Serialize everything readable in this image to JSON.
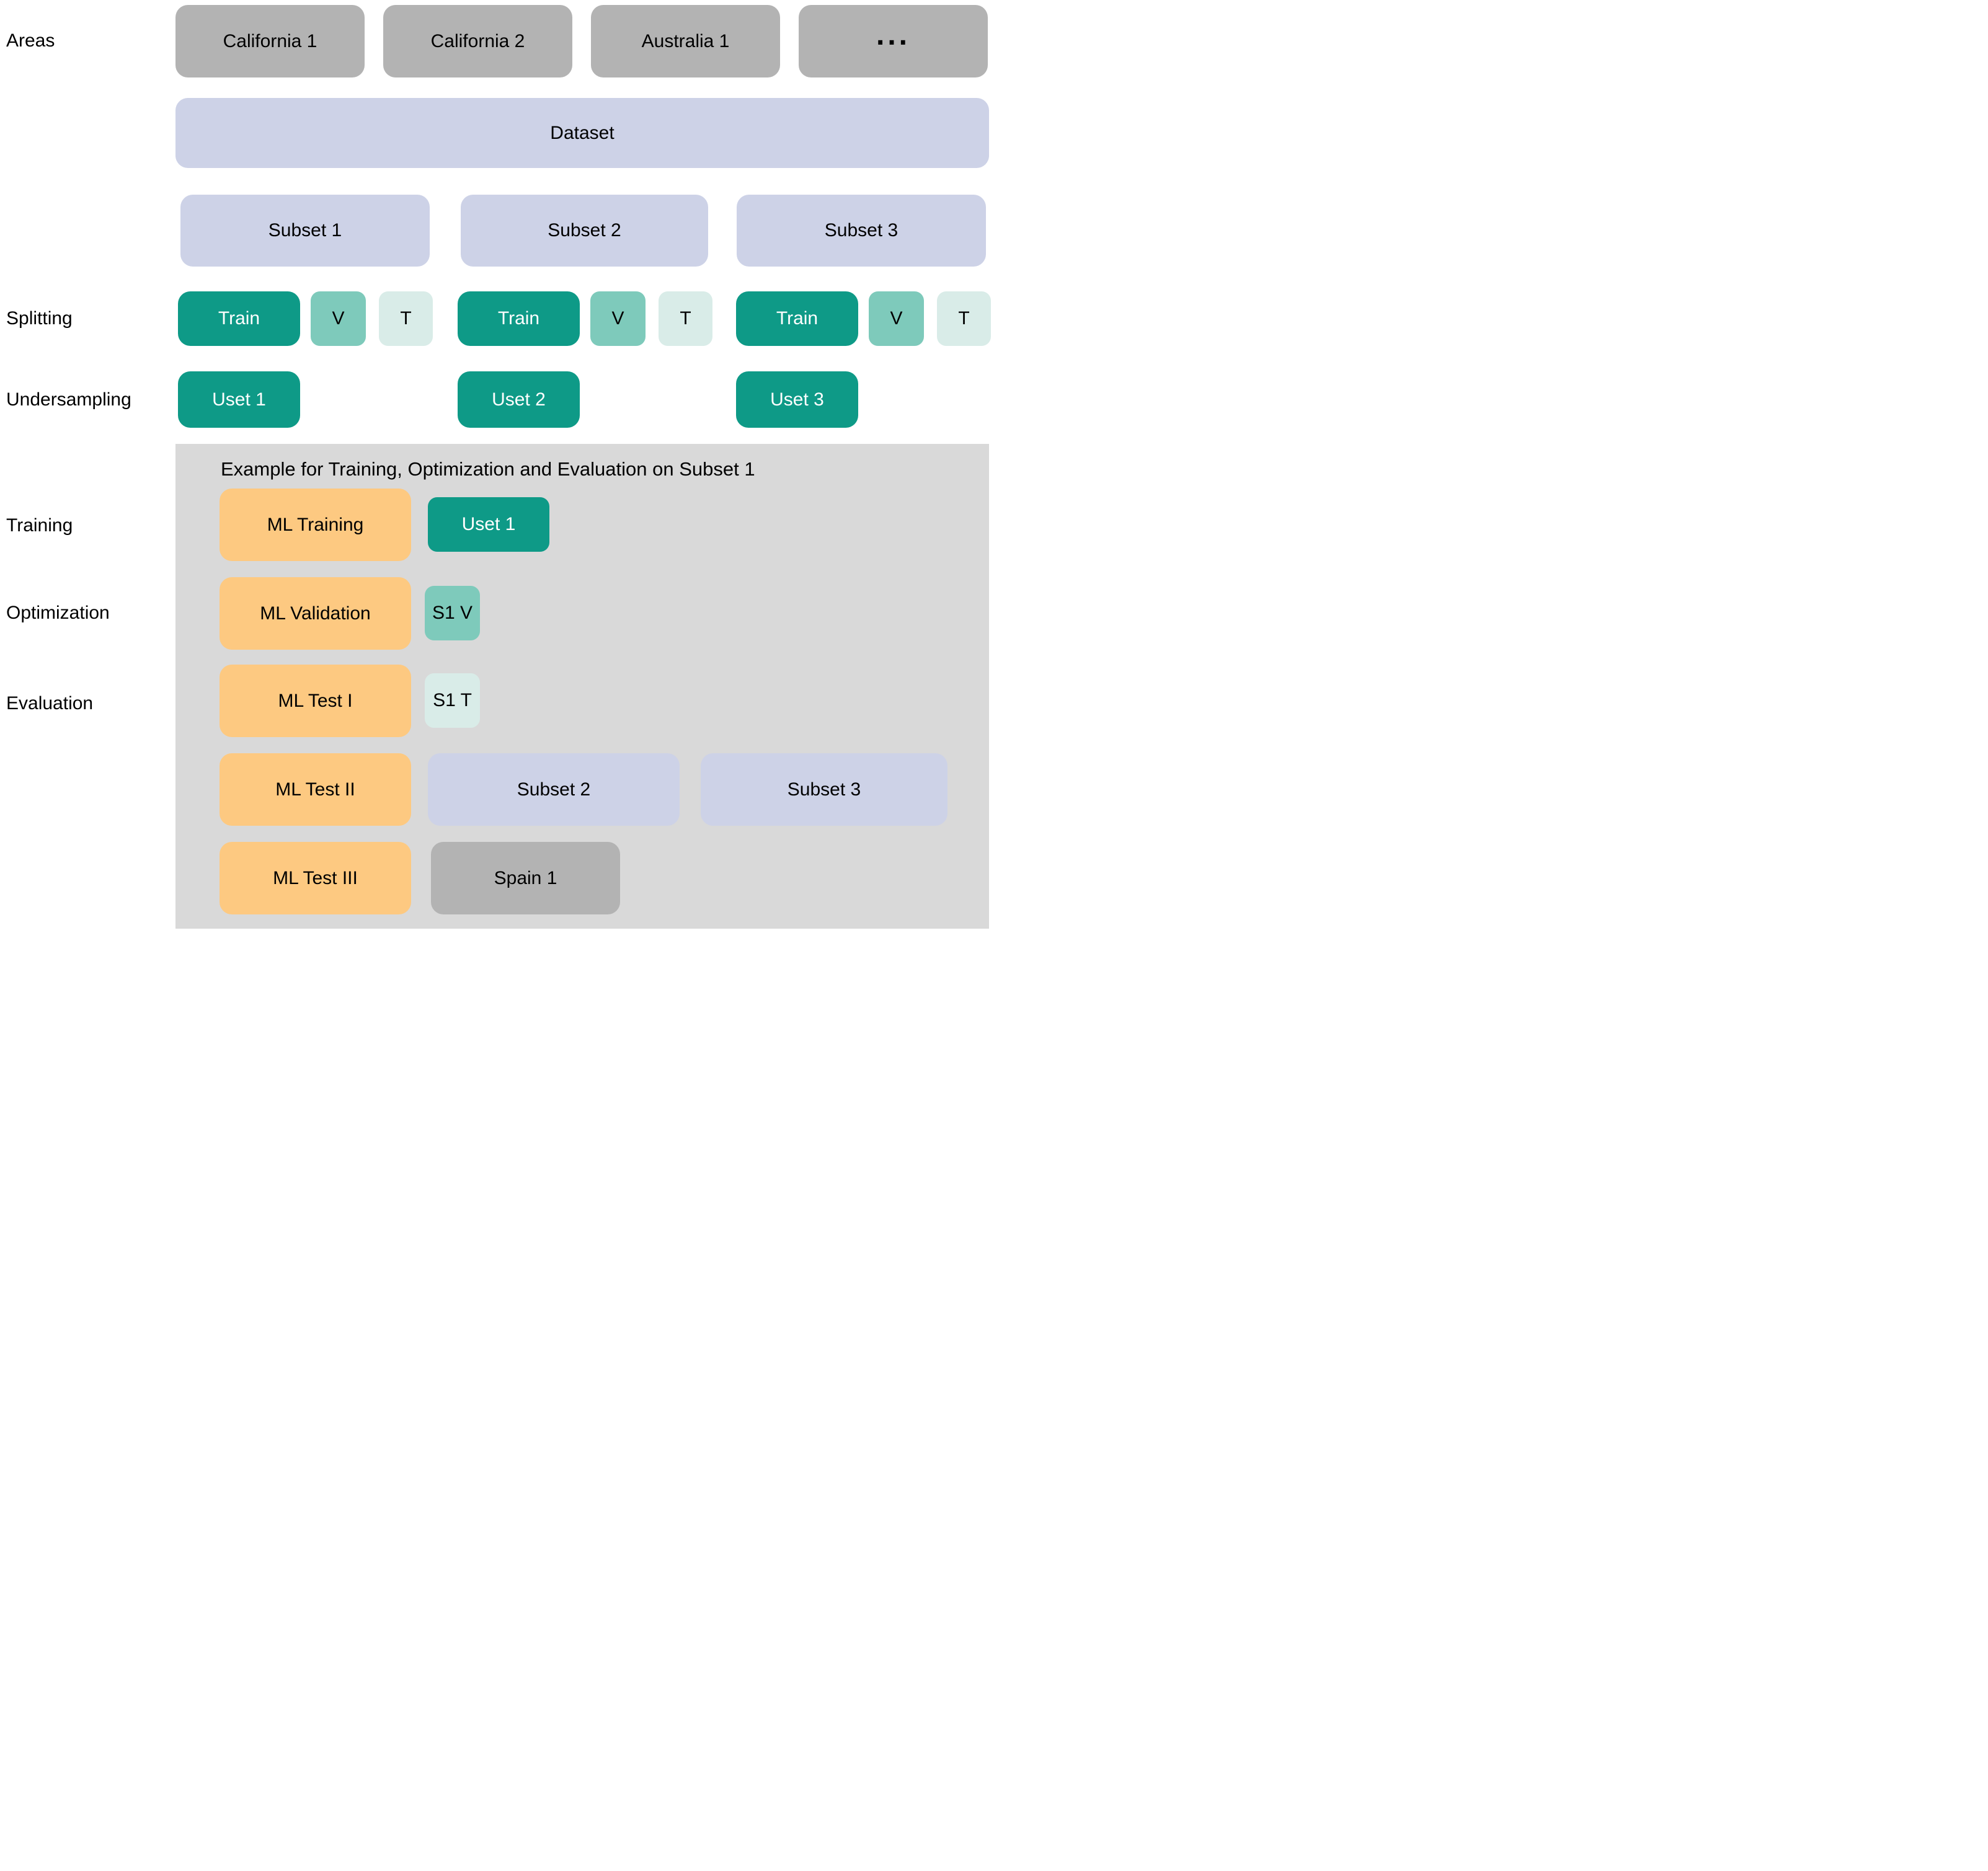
{
  "labels": {
    "areas": "Areas",
    "splitting": "Splitting",
    "undersampling": "Undersampling",
    "training": "Training",
    "optimization": "Optimization",
    "evaluation": "Evaluation"
  },
  "areas": {
    "boxes": [
      "California 1",
      "California 2",
      "Australia 1",
      "..."
    ]
  },
  "dataset": {
    "label": "Dataset"
  },
  "subsets": [
    "Subset 1",
    "Subset 2",
    "Subset 3"
  ],
  "splitting": {
    "groups": [
      {
        "train": "Train",
        "validation": "V",
        "test": "T"
      },
      {
        "train": "Train",
        "validation": "V",
        "test": "T"
      },
      {
        "train": "Train",
        "validation": "V",
        "test": "T"
      }
    ]
  },
  "undersampling": {
    "boxes": [
      "Uset 1",
      "Uset 2",
      "Uset 3"
    ]
  },
  "panel": {
    "title": "Example for Training, Optimization and Evaluation on Subset 1",
    "training_row": {
      "ml": "ML Training",
      "data": "Uset 1"
    },
    "optimization_row": {
      "ml": "ML Validation",
      "data": "S1 V"
    },
    "evaluation_row": {
      "ml": "ML Test I",
      "data": "S1 T"
    },
    "test2_row": {
      "ml": "ML Test II",
      "data": [
        "Subset 2",
        "Subset 3"
      ]
    },
    "test3_row": {
      "ml": "ML Test III",
      "data": "Spain 1"
    }
  },
  "colors": {
    "area_gray": "#b3b3b3",
    "lavender": "#cdd2e7",
    "teal_dark": "#0e9a87",
    "teal_mid": "#7ecabb",
    "teal_light": "#d9ece8",
    "orange": "#fdc981",
    "panel_gray": "#d9d9d9"
  }
}
